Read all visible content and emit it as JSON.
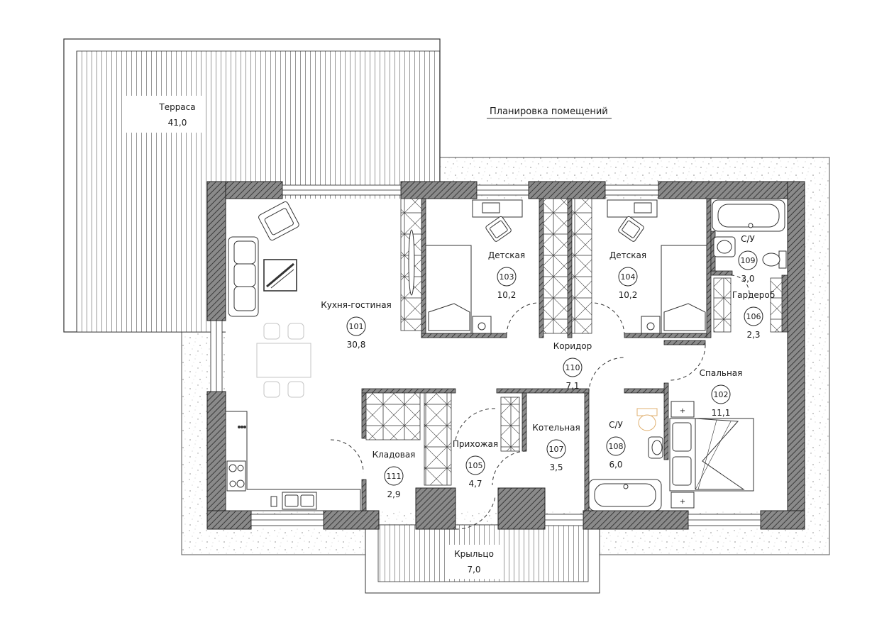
{
  "plan": {
    "title": "Планировка помещений",
    "rooms": [
      {
        "id": "terrace",
        "name": "Терраса",
        "number": "",
        "area": "41,0"
      },
      {
        "id": "kitchen-living",
        "name": "Кухня-гостиная",
        "number": "101",
        "area": "30,8"
      },
      {
        "id": "bedroom",
        "name": "Спальная",
        "number": "102",
        "area": "11,1"
      },
      {
        "id": "kids-1",
        "name": "Детская",
        "number": "103",
        "area": "10,2"
      },
      {
        "id": "kids-2",
        "name": "Детская",
        "number": "104",
        "area": "10,2"
      },
      {
        "id": "hall",
        "name": "Прихожая",
        "number": "105",
        "area": "4,7"
      },
      {
        "id": "wardrobe",
        "name": "Гардероб",
        "number": "106",
        "area": "2,3"
      },
      {
        "id": "boiler",
        "name": "Котельная",
        "number": "107",
        "area": "3,5"
      },
      {
        "id": "bath-1",
        "name": "С/У",
        "number": "108",
        "area": "6,0"
      },
      {
        "id": "bath-2",
        "name": "С/У",
        "number": "109",
        "area": "3,0"
      },
      {
        "id": "corridor",
        "name": "Коридор",
        "number": "110",
        "area": "7,1"
      },
      {
        "id": "pantry",
        "name": "Кладовая",
        "number": "111",
        "area": "2,9"
      },
      {
        "id": "porch",
        "name": "Крыльцо",
        "number": "",
        "area": "7,0"
      }
    ]
  }
}
